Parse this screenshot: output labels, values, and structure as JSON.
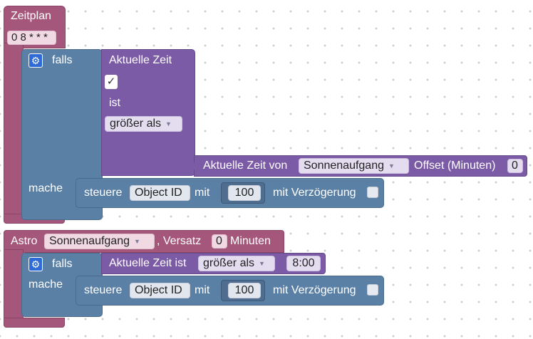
{
  "schedule": {
    "title": "Zeitplan",
    "cron": "0 8 * * *"
  },
  "if1": {
    "falls": "falls",
    "mache": "mache",
    "time_block": {
      "label": "Aktuelle Zeit",
      "check": "✓",
      "ist": "ist",
      "operator": "größer als"
    },
    "astro_time": {
      "label": "Aktuelle Zeit von",
      "event": "Sonnenaufgang",
      "offset_label": "Offset (Minuten)",
      "offset": "0"
    },
    "action": {
      "steuere": "steuere",
      "object": "Object ID",
      "mit": "mit",
      "value": "100",
      "delay": "mit Verzögerung"
    }
  },
  "astro": {
    "label": "Astro",
    "event": "Sonnenaufgang",
    "versatz": ", Versatz",
    "offset": "0",
    "minuten": "Minuten"
  },
  "if2": {
    "falls": "falls",
    "mache": "mache",
    "condition": {
      "label": "Aktuelle Zeit ist",
      "operator": "größer als",
      "time": "8:00"
    },
    "action": {
      "steuere": "steuere",
      "object": "Object ID",
      "mit": "mit",
      "value": "100",
      "delay": "mit Verzögerung"
    }
  },
  "colors": {
    "schedule": "#a5577b",
    "logic": "#5b80a5",
    "time": "#7b5aa6",
    "gear": "#2f6bd6"
  },
  "icons": {
    "settings": "gear-icon",
    "dropdown": "dropdown-arrow-icon"
  }
}
